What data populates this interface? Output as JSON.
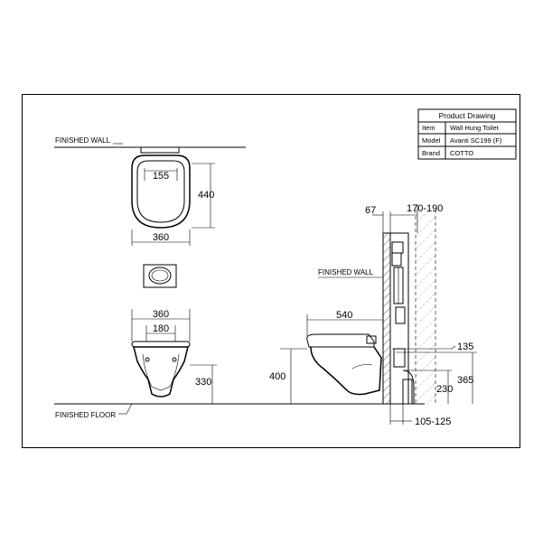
{
  "table": {
    "title": "Product Drawing",
    "rows": [
      {
        "key": "Item",
        "value": "Wall Hung Toilet"
      },
      {
        "key": "Model",
        "value": "Avanti SC199 (F)"
      },
      {
        "key": "Brand",
        "value": "COTTO"
      }
    ]
  },
  "labels": {
    "finished_wall_top": "FINISHED WALL",
    "finished_wall_side": "FINISHED WALL",
    "finished_floor": "FINISHED FLOOR"
  },
  "dims": {
    "seat_inner": "155",
    "depth": "440",
    "width_top": "360",
    "width_front": "360",
    "width_front_inner": "180",
    "front_height": "330",
    "wall_gap": "67",
    "frame_depth": "170-190",
    "projection": "540",
    "seat_height": "400",
    "outlet_offset": "135",
    "inlet_height": "365",
    "outlet_height": "230",
    "bottom_range": "105-125"
  }
}
